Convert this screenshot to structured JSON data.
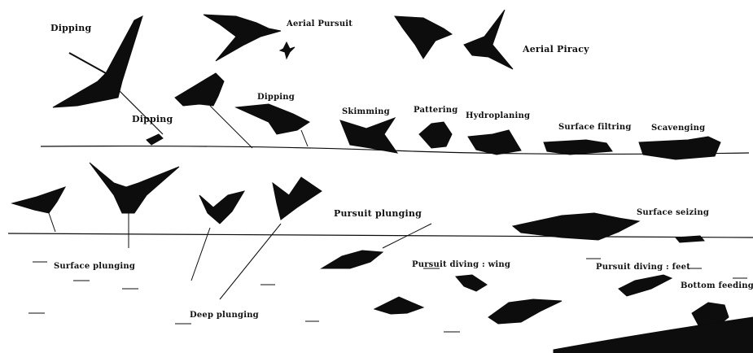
{
  "labels": {
    "dipping_top": "Dipping",
    "aerial_pursuit": "Aerial Pursuit",
    "aerial_piracy": "Aerial Piracy",
    "dipping_left": "Dipping",
    "dipping_mid": "Dipping",
    "skimming": "Skimming",
    "pattering": "Pattering",
    "hydroplaning": "Hydroplaning",
    "surface_filtering": "Surface filtring",
    "scavenging": "Scavenging",
    "pursuit_plunging": "Pursuit plunging",
    "surface_seizing": "Surface seizing",
    "surface_plunging": "Surface plunging",
    "pursuit_diving_wing": "Pursuit diving : wing",
    "pursuit_diving_feet": "Pursuit diving : feet",
    "bottom_feeding": "Bottom feeding",
    "deep_plunging": "Deep plunging"
  },
  "colors": {
    "silhouette": "#0d0d0d",
    "line": "#111111",
    "background": "#ffffff"
  }
}
